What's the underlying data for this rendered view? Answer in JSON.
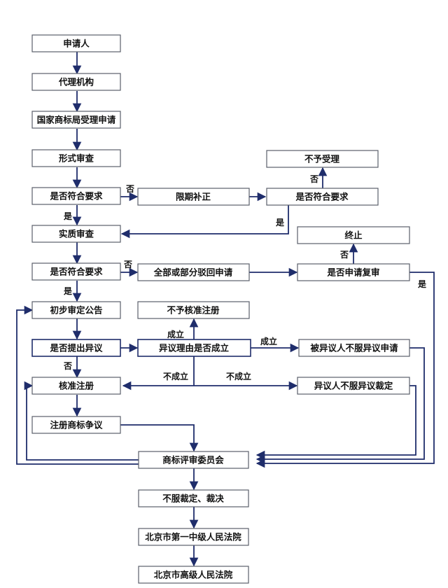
{
  "nodes": {
    "applicant": "申请人",
    "agency": "代理机构",
    "accept": "国家商标局受理申请",
    "formal_review": "形式审查",
    "meet_req_1": "是否符合要求",
    "correction": "限期补正",
    "meet_req_2": "是否符合要求",
    "not_accepted": "不予受理",
    "substantive_review": "实质审查",
    "meet_req_3": "是否符合要求",
    "reject": "全部或部分驳回申请",
    "apply_review": "是否申请复审",
    "terminate": "终止",
    "prelim_announce": "初步审定公告",
    "not_approved": "不予核准注册",
    "opposition": "是否提出异议",
    "opp_reason": "异议理由是否成立",
    "opposed_appeal": "被异议人不服异议申请",
    "approve": "核准注册",
    "opponent_appeal": "异议人不服异议裁定",
    "dispute": "注册商标争议",
    "board": "商标评审委员会",
    "disagree": "不服裁定、裁决",
    "court1": "北京市第一中级人民法院",
    "court2": "北京市高级人民法院"
  },
  "labels": {
    "no_1": "否",
    "no_2": "否",
    "yes_1": "是",
    "yes_2": "是",
    "no_3": "否",
    "no_4": "否",
    "yes_3": "是",
    "yes_4": "是",
    "est_1": "成立",
    "est_2": "成立",
    "not_est_1": "不成立",
    "not_est_2": "不成立",
    "no_5": "否"
  }
}
